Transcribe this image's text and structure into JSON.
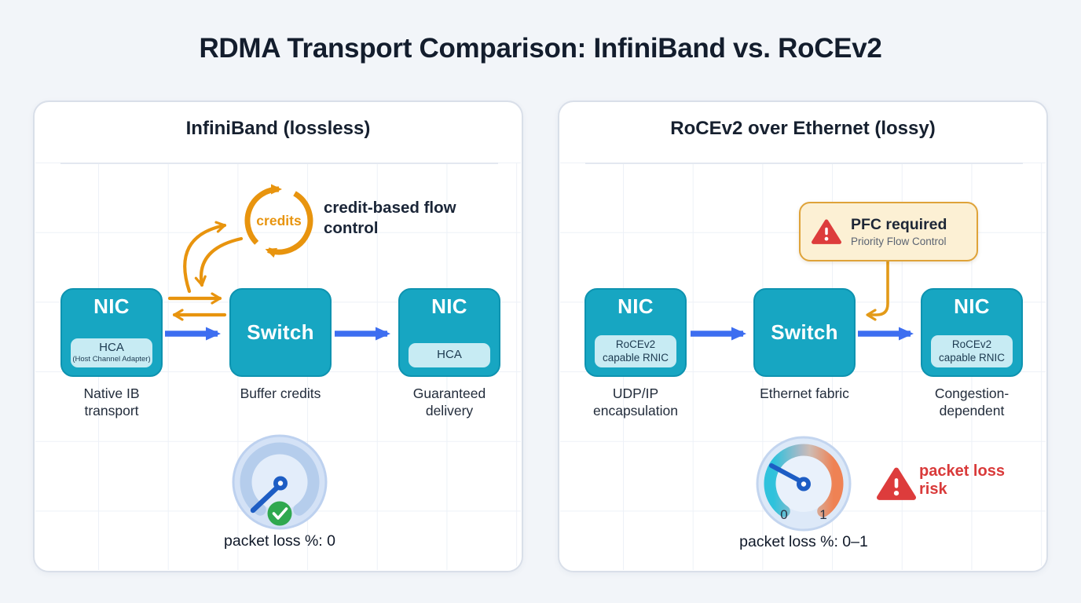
{
  "title": "RDMA Transport Comparison: InfiniBand vs. RoCEv2",
  "colors": {
    "teal_box": "#17a6c2",
    "blue_arrow": "#3d6ef0",
    "orange_accent": "#e8940e",
    "red_warning": "#db3a3c",
    "green_ok": "#2fa84f",
    "navy_text": "#16202f",
    "callout_bg": "#fcf0d4",
    "callout_border": "#dfa339"
  },
  "panels": {
    "left": {
      "title": "InfiniBand (lossless)",
      "credits_badge": "credits",
      "flow_control_note": "credit-based flow control",
      "nodes": [
        {
          "title": "NIC",
          "sub": "HCA",
          "sub_note": "(Host Channel Adapter)",
          "caption": "Native IB transport"
        },
        {
          "title": "Switch",
          "caption": "Buffer credits"
        },
        {
          "title": "NIC",
          "sub": "HCA",
          "caption": "Guaranteed delivery"
        }
      ],
      "gauge": {
        "label": "packet loss %: 0"
      }
    },
    "right": {
      "title": "RoCEv2 over Ethernet (lossy)",
      "callout": {
        "title": "PFC required",
        "subtitle": "Priority Flow Control"
      },
      "nodes": [
        {
          "title": "NIC",
          "sub": "RoCEv2 capable RNIC",
          "caption": "UDP/IP encapsulation"
        },
        {
          "title": "Switch",
          "caption": "Ethernet fabric"
        },
        {
          "title": "NIC",
          "sub": "RoCEv2 capable RNIC",
          "caption": "Congestion-dependent"
        }
      ],
      "gauge": {
        "min": "0",
        "max": "1",
        "label": "packet loss %: 0–1"
      },
      "risk_note": "packet loss risk"
    }
  }
}
